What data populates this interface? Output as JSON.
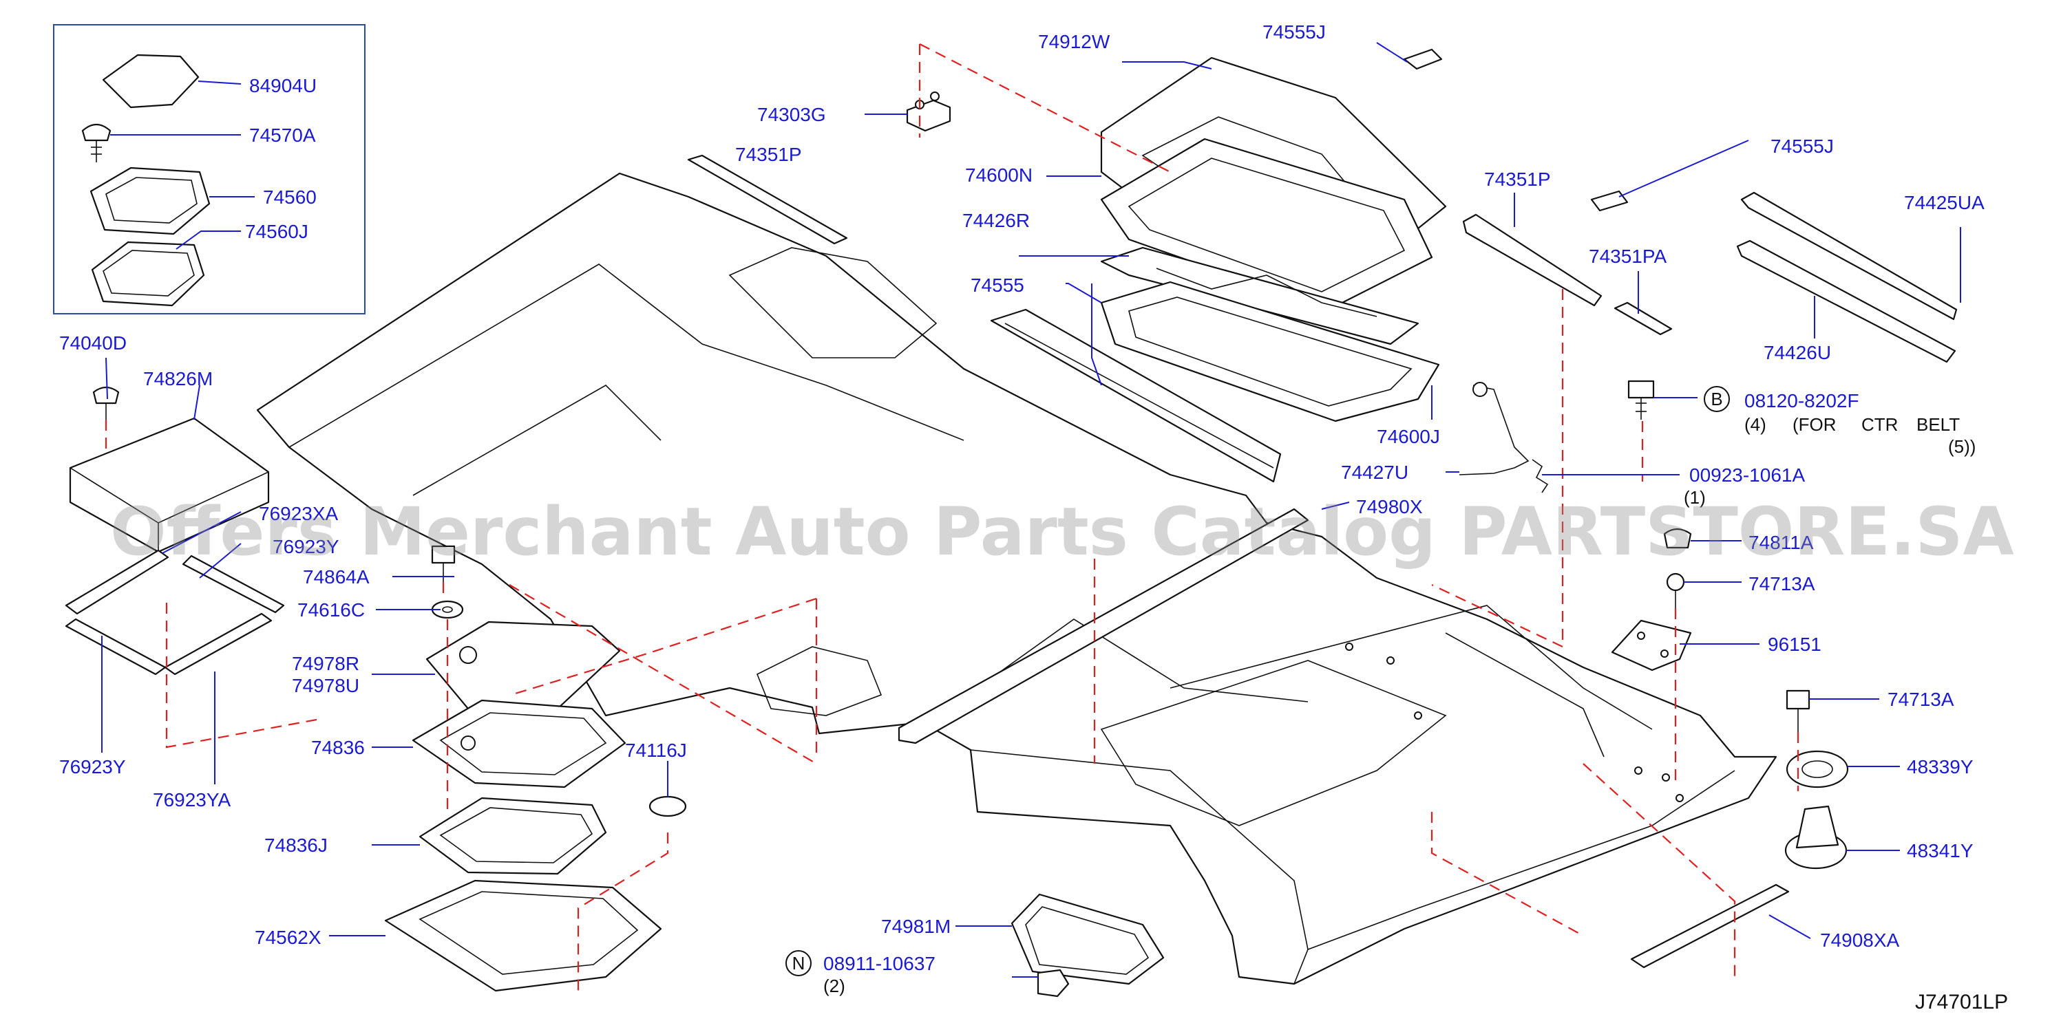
{
  "diagram_code": "J74701LP",
  "watermark": "Offers Merchant Auto Parts Catalog PARTSTORE.SA",
  "parts": {
    "p84904U": "84904U",
    "p74570A": "74570A",
    "p74560": "74560",
    "p74560J": "74560J",
    "p74040D": "74040D",
    "p74826M": "74826M",
    "p76923XA": "76923XA",
    "p76923Y_top": "76923Y",
    "p74864A": "74864A",
    "p74616C": "74616C",
    "p74978R": "74978R",
    "p74978U": "74978U",
    "p74836": "74836",
    "p76923Y": "76923Y",
    "p76923YA": "76923YA",
    "p74836J": "74836J",
    "p74116J": "74116J",
    "p74562X": "74562X",
    "p74981M": "74981M",
    "p08911_10637": "08911-10637",
    "p08911_qty": "(2)",
    "p74303G": "74303G",
    "p74351P_left": "74351P",
    "p74912W": "74912W",
    "p74555J_top": "74555J",
    "p74600N": "74600N",
    "p74426R": "74426R",
    "p74555": "74555",
    "p74600J": "74600J",
    "p74427U": "74427U",
    "p74980X": "74980X",
    "p74351P_right": "74351P",
    "p74351PA": "74351PA",
    "p74555J_right": "74555J",
    "p74425UA": "74425UA",
    "p74426U": "74426U",
    "p08120_8202F": "08120-8202F",
    "p08120_qty": "(4)",
    "p08120_note1": "(FOR",
    "p08120_note2": "CTR",
    "p08120_note3": "BELT",
    "p08120_note4": "(5))",
    "p00923_1061A": "00923-1061A",
    "p00923_qty": "(1)",
    "p74811A": "74811A",
    "p74713A_1": "74713A",
    "p96151": "96151",
    "p74713A_2": "74713A",
    "p48339Y": "48339Y",
    "p48341Y": "48341Y",
    "p74908XA": "74908XA"
  },
  "markers": {
    "bolt_type": "B",
    "nut_type": "N"
  },
  "colors": {
    "label": "#1a1ad0",
    "hidden_line": "#e02020",
    "outline": "#111111"
  }
}
